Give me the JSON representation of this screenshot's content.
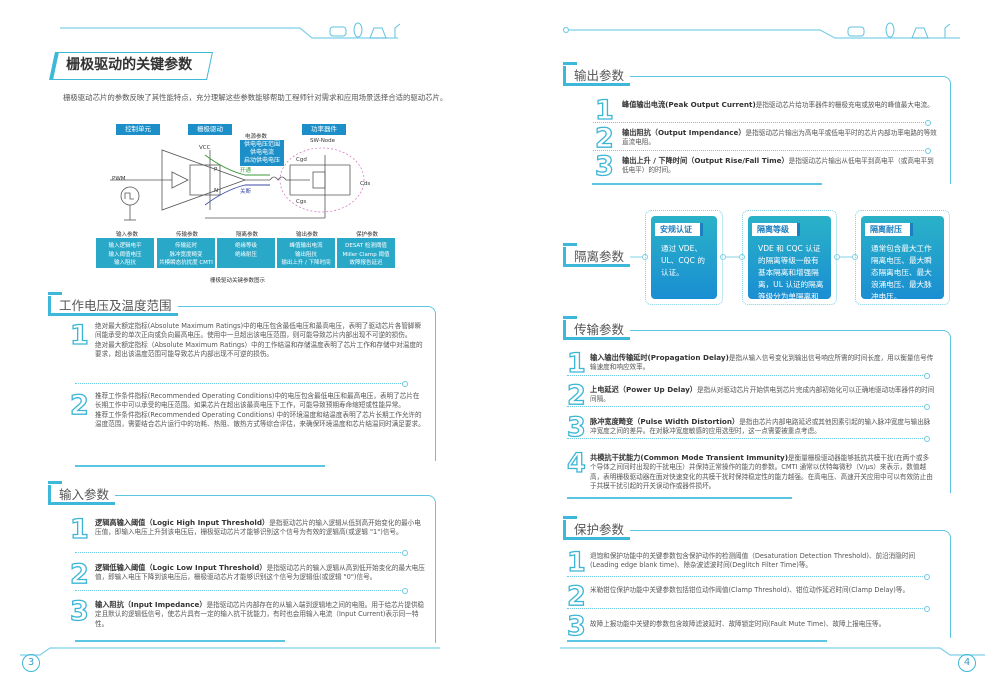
{
  "left_page": {
    "title": "栅极驱动的关键参数",
    "intro": "栅极驱动芯片的参数反映了其性能特点，充分理解这些参数能够帮助工程师针对需求和应用场景选择合适的驱动芯片。",
    "diagram": {
      "heads": [
        "控制单元",
        "栅极驱动",
        "功率器件"
      ],
      "power_label": "电源参数",
      "power_items": [
        "供电电压范围",
        "供电电流",
        "启动供电电压"
      ],
      "vcc": "VCC",
      "pwm": "PWM",
      "p": "P",
      "n": "N",
      "on": "开通",
      "off": "关断",
      "sw": "SW-Node",
      "cgd": "Cgd",
      "cgs": "Cgs",
      "cds": "Cds",
      "categories": [
        {
          "label": "输入参数",
          "items": "输入逻辑电平\n输入阈值电压\n输入阻抗"
        },
        {
          "label": "传输参数",
          "items": "传输延时\n脉冲宽度畸变\n共模瞬态抗扰度 CMTI"
        },
        {
          "label": "隔离参数",
          "items": "绝缘等级\n绝缘耐压"
        },
        {
          "label": "输出参数",
          "items": "峰值输出电流\n输出阻抗\n输出上升 / 下降时间"
        },
        {
          "label": "保护参数",
          "items": "DESAT 检测阈值\nMiller Clamp 阈值\n故障报告延迟"
        }
      ],
      "caption": "栅极驱动关键参数图示"
    },
    "voltage_section": {
      "title": "工作电压及温度范围",
      "items": [
        {
          "num": "1",
          "text1": "绝对最大额定指标(Absolute Maximum Ratings)中的电压包含最低电压和最高电压，表明了驱动芯片各管脚瞬间能承受的单次正向或负向最高电压。使用中一旦超出该电压范围，则可能导致芯片内部出现不可逆的损伤。",
          "text2": "绝对最大额定指标（Absolute Maximum Ratings）中的工作结温和存储温度表明了芯片工作和存储中对温度的要求，超出该温度范围可能导致芯片内部出现不可逆的损伤。"
        },
        {
          "num": "2",
          "text1": "推荐工作条件指标(Recommended Operating Conditions)中的电压包含最低电压和最高电压，表明了芯片在长期工作中可以承受的电压范围。如果芯片在超出该最高电压下工作，可能导致预期寿命缩短或性能异常。",
          "text2": "推荐工作条件指标(Recommended Operating Conditions) 中的环境温度和结温度表明了芯片长期工作允许的温度范围，需要结合芯片运行中的功耗、热阻、散热方式等综合评估，来确保环境温度和芯片结温同时满足要求。"
        }
      ]
    },
    "input_section": {
      "title": "输入参数",
      "items": [
        {
          "num": "1",
          "title": "逻辑高输入阈值（Logic High Input Threshold）",
          "text": "是指驱动芯片的输入逻辑从低到高开始变化的最小电压值，即输入电压上升到该电压后，栅极驱动芯片才能够识别这个信号为有效的逻辑高(或逻辑 \"1\")信号。"
        },
        {
          "num": "2",
          "title": "逻辑低输入阈值（Logic Low Input Threshold）",
          "text": "是指驱动芯片的输入逻辑从高到低开始变化的最大电压值，即输入电压下降到该电压后，栅极驱动芯片才能够识别这个信号为逻辑低(或逻辑 \"0\")信号。"
        },
        {
          "num": "3",
          "title": "输入阻抗（Input Impedance）",
          "text": "是指驱动芯片内部存在的从输入端到逻辑地之间的电阻。用于给芯片提供稳定且默认的逻辑低信号，使芯片具有一定的输入抗干扰能力，有时也会用输入电流（Input Current)表示同一特性。"
        }
      ]
    },
    "page_number": "3"
  },
  "right_page": {
    "output_section": {
      "title": "输出参数",
      "items": [
        {
          "num": "1",
          "title": "峰值输出电流(Peak Output Current)",
          "text": "是指驱动芯片给功率器件的栅极充电或放电的峰值最大电流。"
        },
        {
          "num": "2",
          "title": "输出阻抗（Output Impendance）",
          "text": "是指驱动芯片输出为高电平或低电平时的芯片内部功率电路的等效直流电阻。"
        },
        {
          "num": "3",
          "title": "输出上升 / 下降时间（Output Rise/Fall Time）",
          "text": "是指驱动芯片输出从低电平到高电平（或高电平到低电平）的时间。"
        }
      ]
    },
    "isolation_section": {
      "title": "隔离参数",
      "cards": [
        {
          "tag": "安规认证",
          "text": "通过 VDE、UL、CQC 的认证。"
        },
        {
          "tag": "隔离等级",
          "text": "VDE 和 CQC 认证的隔离等级一般有基本隔离和增强隔离，UL 认证的隔离等级分为单隔离和双重隔离。"
        },
        {
          "tag": "隔离耐压",
          "text": "通常包含最大工作隔离电压、最大瞬态隔离电压、最大浪涌电压、最大脉冲电压。"
        }
      ]
    },
    "transmission_section": {
      "title": "传输参数",
      "items": [
        {
          "num": "1",
          "title": "输入输出传输延时(Propagation Delay)",
          "text": "是指从输入信号变化到输出信号响应所需的时间长度，用以衡量信号传输速度和响应效率。"
        },
        {
          "num": "2",
          "title": "上电延迟（Power Up Delay）",
          "text": "是指从对驱动芯片开始供电到芯片完成内部初始化可以正确地驱动功率器件的时间间隔。"
        },
        {
          "num": "3",
          "title": "脉冲宽度畸变（Pulse Width Distortion）",
          "text": "是指由芯片内部电路延迟或其他因素引起的输入脉冲宽度与输出脉冲宽度之间的差异。在对脉冲宽度敏感的应用选型时，这一点需要被重点考虑。"
        },
        {
          "num": "4",
          "title": "共模抗干扰能力(Common Mode Transient Immunity)",
          "text": "是衡量栅极驱动器能够抵抗共模干扰(在两个或多个导体之间同时出现的干扰电压）并保持正常操作的能力的参数。CMTI 通常以伏特每微秒（V/μs）来表示，数值越高，表明栅极驱动器在面对快速变化的共模干扰时保持稳定性的能力越强。在高电压、高速开关应用中可以有效防止由于共模干扰引起的开关误动作或器件损坏。"
        }
      ]
    },
    "protection_section": {
      "title": "保护参数",
      "items": [
        {
          "num": "1",
          "text": "退饱和保护功能中的关键参数包含保护动作的检测阈值（Desaturation Detection Threshold)、前沿消隐时间(Leading edge blank time)、除杂波滤波时间(Deglitch Filter Time)等。"
        },
        {
          "num": "2",
          "text": "米勒钳位保护功能中关键参数包括钳位动作阈值(Clamp Threshold)、钳位动作延迟时间(Clamp Delay)等。"
        },
        {
          "num": "3",
          "text": "故障上报功能中关键的参数包含故障滤波延时、故障锁定时间(Fault Mute Time)、故障上报电压等。"
        }
      ]
    },
    "page_number": "4"
  },
  "colors": {
    "accent": "#3db8d8",
    "card_top": "#2ab2c8",
    "card_bottom": "#1a8ed2",
    "diagram_blue": "#1c8fc8"
  }
}
